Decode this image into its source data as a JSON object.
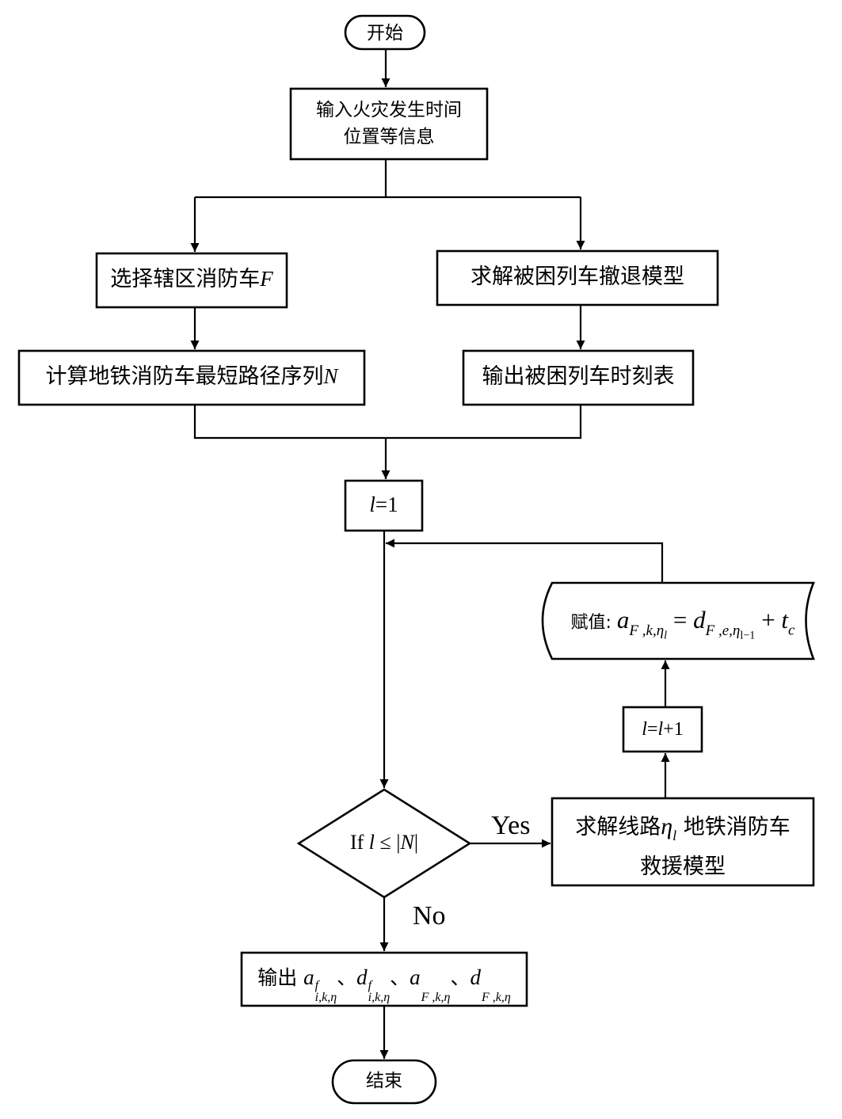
{
  "diagram": {
    "type": "flowchart",
    "nodes": {
      "start": {
        "shape": "terminal",
        "label": "开始"
      },
      "input_info": {
        "shape": "process",
        "line1": "输入火灾发生时间",
        "line2": "位置等信息"
      },
      "select_truck": {
        "shape": "process",
        "label_text": "选择辖区消防车",
        "label_var": "F"
      },
      "calc_path": {
        "shape": "process",
        "label_text": "计算地铁消防车最短路径序列",
        "label_var": "N"
      },
      "solve_retreat": {
        "shape": "process",
        "label": "求解被困列车撤退模型"
      },
      "output_timetable": {
        "shape": "process",
        "label": "输出被困列车时刻表"
      },
      "init_l": {
        "shape": "process",
        "var": "l",
        "rest": "=1"
      },
      "decision": {
        "shape": "decision",
        "prefix": "If ",
        "var": "l",
        "op": " ≤ |",
        "set": "N",
        "suffix": "|"
      },
      "solve_rescue": {
        "shape": "process",
        "line1_a": "求解线路",
        "line1_var": "η",
        "line1_sub": "l",
        "line1_b": " 地铁消防车",
        "line2": "救援模型"
      },
      "increment": {
        "shape": "process",
        "var1": "l",
        "eq": "=",
        "var2": "l",
        "rest": "+1"
      },
      "assign": {
        "shape": "stored-data",
        "prefix": "赋值:",
        "lhs_var": "a",
        "lhs_sub": "F ,k,η",
        "lhs_subsub": "l",
        "eq": " = ",
        "rhs_var": "d",
        "rhs_sub": "F ,e,η",
        "rhs_subsub": "l−1",
        "plus": " + ",
        "t_var": "t",
        "t_sub": "c"
      },
      "output_result": {
        "shape": "process",
        "prefix": "输出",
        "sep": "、",
        "terms": [
          {
            "var": "a",
            "sup": "f",
            "sub": "i,k,η"
          },
          {
            "var": "d",
            "sup": "f",
            "sub": "i,k,η"
          },
          {
            "var": "a",
            "sup": "",
            "sub": "F ,k,η"
          },
          {
            "var": "d",
            "sup": "",
            "sub": "F ,k,η"
          }
        ]
      },
      "end": {
        "shape": "terminal",
        "label": "结束"
      }
    },
    "edge_labels": {
      "yes": "Yes",
      "no": "No"
    },
    "edges": [
      {
        "from": "start",
        "to": "input_info"
      },
      {
        "from": "input_info",
        "to": "select_truck"
      },
      {
        "from": "input_info",
        "to": "solve_retreat"
      },
      {
        "from": "select_truck",
        "to": "calc_path"
      },
      {
        "from": "solve_retreat",
        "to": "output_timetable"
      },
      {
        "from": "calc_path",
        "to": "init_l"
      },
      {
        "from": "output_timetable",
        "to": "init_l"
      },
      {
        "from": "init_l",
        "to": "decision"
      },
      {
        "from": "decision",
        "to": "solve_rescue",
        "label": "Yes"
      },
      {
        "from": "solve_rescue",
        "to": "increment"
      },
      {
        "from": "increment",
        "to": "assign"
      },
      {
        "from": "assign",
        "to": "decision",
        "note": "loops back into main line"
      },
      {
        "from": "decision",
        "to": "output_result",
        "label": "No"
      },
      {
        "from": "output_result",
        "to": "end"
      }
    ]
  }
}
